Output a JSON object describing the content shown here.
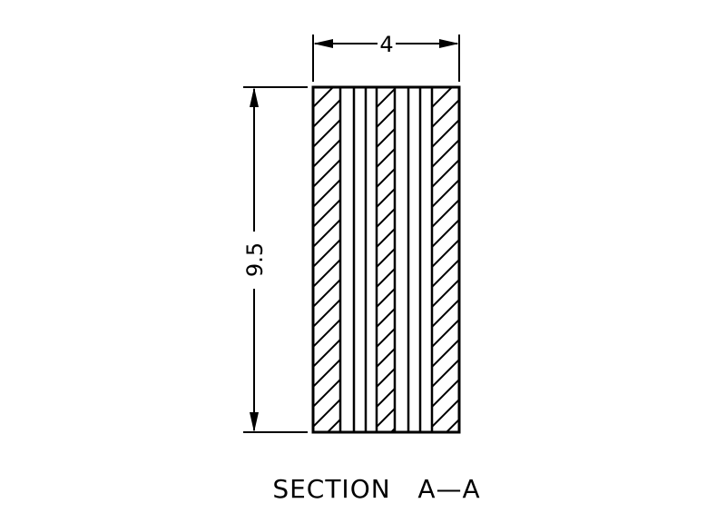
{
  "drawing": {
    "width_dimension": "4",
    "height_dimension": "9.5",
    "caption": "SECTION   A—A"
  },
  "colors": {
    "line": "#000000",
    "background": "#ffffff"
  }
}
